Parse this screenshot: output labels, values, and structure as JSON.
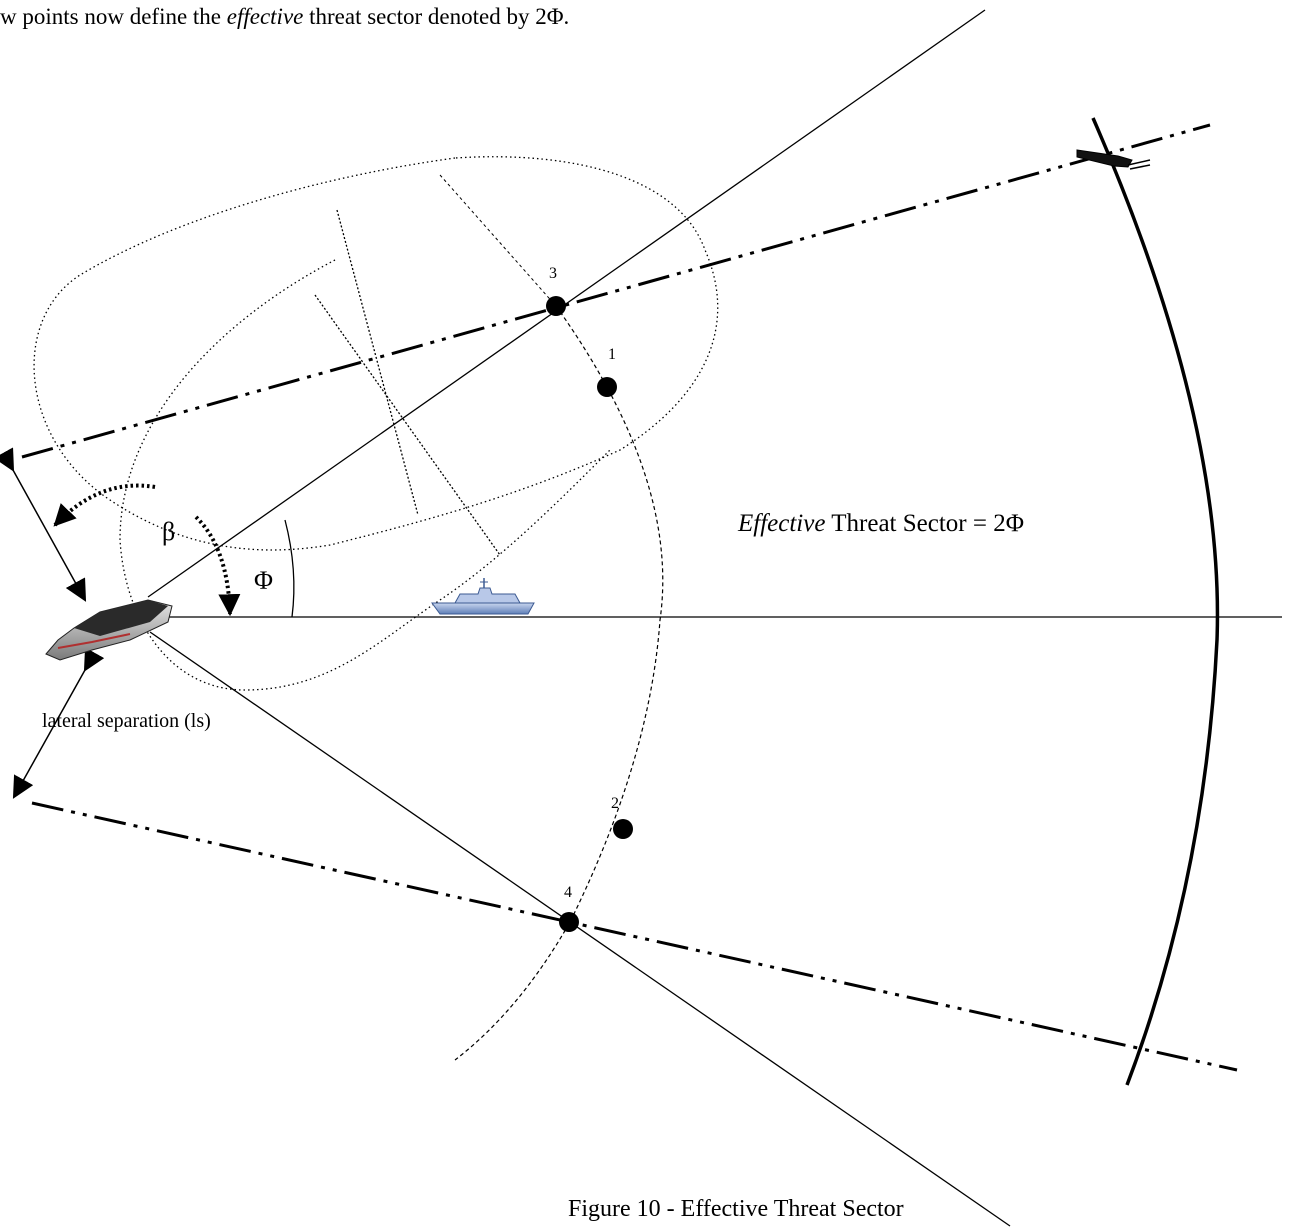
{
  "intro": {
    "part1": "w points now define the ",
    "emphasis": "effective",
    "part2": " threat sector denoted by 2Φ."
  },
  "labels": {
    "point_1": "1",
    "point_2": "2",
    "point_3": "3",
    "point_4": "4",
    "beta": "β",
    "phi": "Φ",
    "lateral_separation": "lateral separation (ls)",
    "sector_emphasis": "Effective",
    "sector_rest": " Threat Sector = 2Φ"
  },
  "caption": "Figure 10 - Effective Threat Sector"
}
